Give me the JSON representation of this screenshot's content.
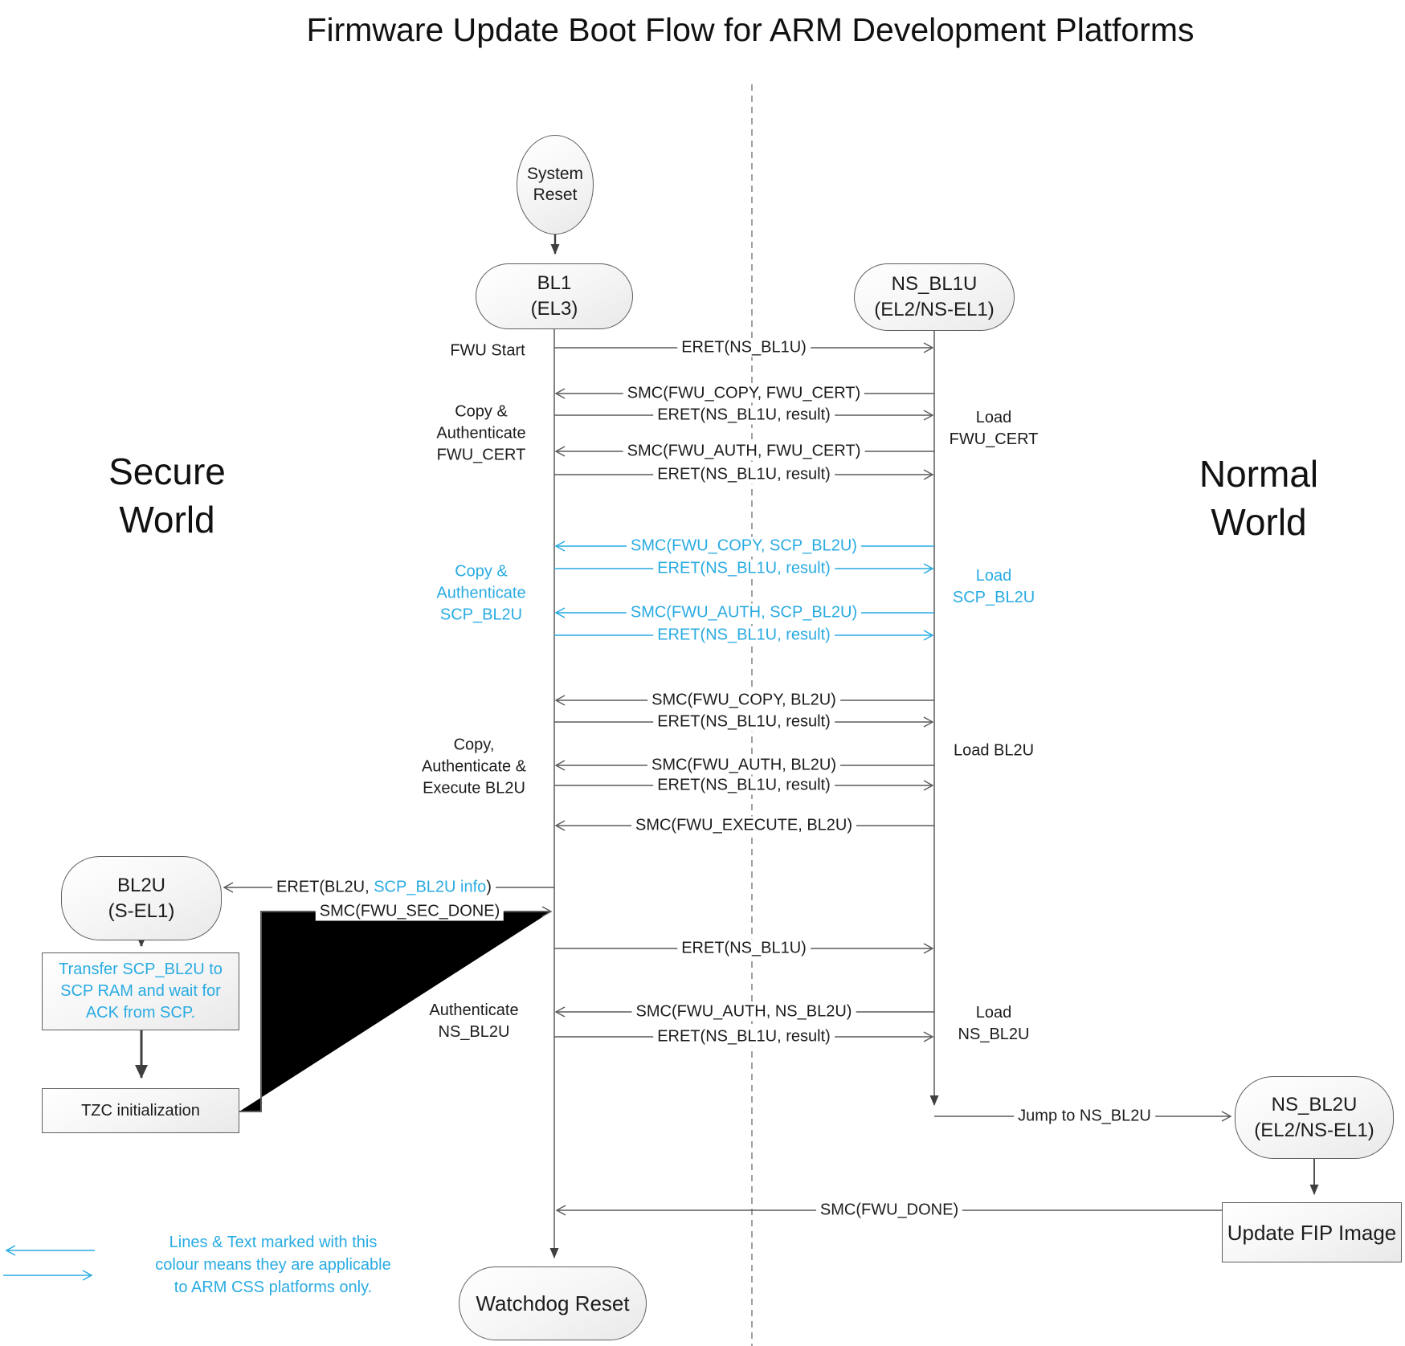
{
  "title": "Firmware Update Boot Flow for ARM Development Platforms",
  "regions": {
    "secure": "Secure\nWorld",
    "normal": "Normal\nWorld"
  },
  "nodes": {
    "system_reset": "System\nReset",
    "bl1": "BL1\n(EL3)",
    "ns_bl1u": "NS_BL1U\n(EL2/NS-EL1)",
    "bl2u": "BL2U\n(S-EL1)",
    "ns_bl2u": "NS_BL2U\n(EL2/NS-EL1)",
    "watchdog_reset": "Watchdog Reset",
    "update_fip": "Update FIP Image",
    "transfer_scp": "Transfer SCP_BL2U to\nSCP RAM and wait for\nACK from SCP.",
    "tzc_init": "TZC initialization"
  },
  "side_labels": {
    "fwu_start": "FWU Start",
    "copy_auth_fwu_cert": "Copy &\nAuthenticate\nFWU_CERT",
    "copy_auth_scp_bl2u": "Copy &\nAuthenticate\nSCP_BL2U",
    "copy_auth_exec_bl2u": "Copy,\nAuthenticate &\nExecute BL2U",
    "auth_ns_bl2u": "Authenticate\nNS_BL2U",
    "load_fwu_cert": "Load\nFWU_CERT",
    "load_scp_bl2u": "Load\nSCP_BL2U",
    "load_bl2u": "Load BL2U",
    "load_ns_bl2u": "Load\nNS_BL2U"
  },
  "seq": [
    "ERET(NS_BL1U)",
    "SMC(FWU_COPY, FWU_CERT)",
    "ERET(NS_BL1U, result)",
    "SMC(FWU_AUTH, FWU_CERT)",
    "ERET(NS_BL1U, result)",
    "SMC(FWU_COPY, SCP_BL2U)",
    "ERET(NS_BL1U, result)",
    "SMC(FWU_AUTH, SCP_BL2U)",
    "ERET(NS_BL1U, result)",
    "SMC(FWU_COPY, BL2U)",
    "ERET(NS_BL1U, result)",
    "SMC(FWU_AUTH, BL2U)",
    "ERET(NS_BL1U, result)",
    "SMC(FWU_EXECUTE, BL2U)",
    "ERET(NS_BL1U)",
    "SMC(FWU_AUTH, NS_BL2U)",
    "ERET(NS_BL1U, result)"
  ],
  "special_messages": {
    "eret_bl2u_prefix": "ERET(BL2U, ",
    "eret_bl2u_highlight": "SCP_BL2U info",
    "eret_bl2u_suffix": ")",
    "smc_sec_done": "SMC(FWU_SEC_DONE)",
    "jump_to_ns_bl2u": "Jump to NS_BL2U",
    "smc_fwu_done": "SMC(FWU_DONE)"
  },
  "legend": {
    "note": "Lines & Text marked with this\ncolour means they are applicable\nto ARM CSS platforms only."
  },
  "colors": {
    "accent_blue": "#29ABE2",
    "line_gray": "#5a5a5a"
  }
}
